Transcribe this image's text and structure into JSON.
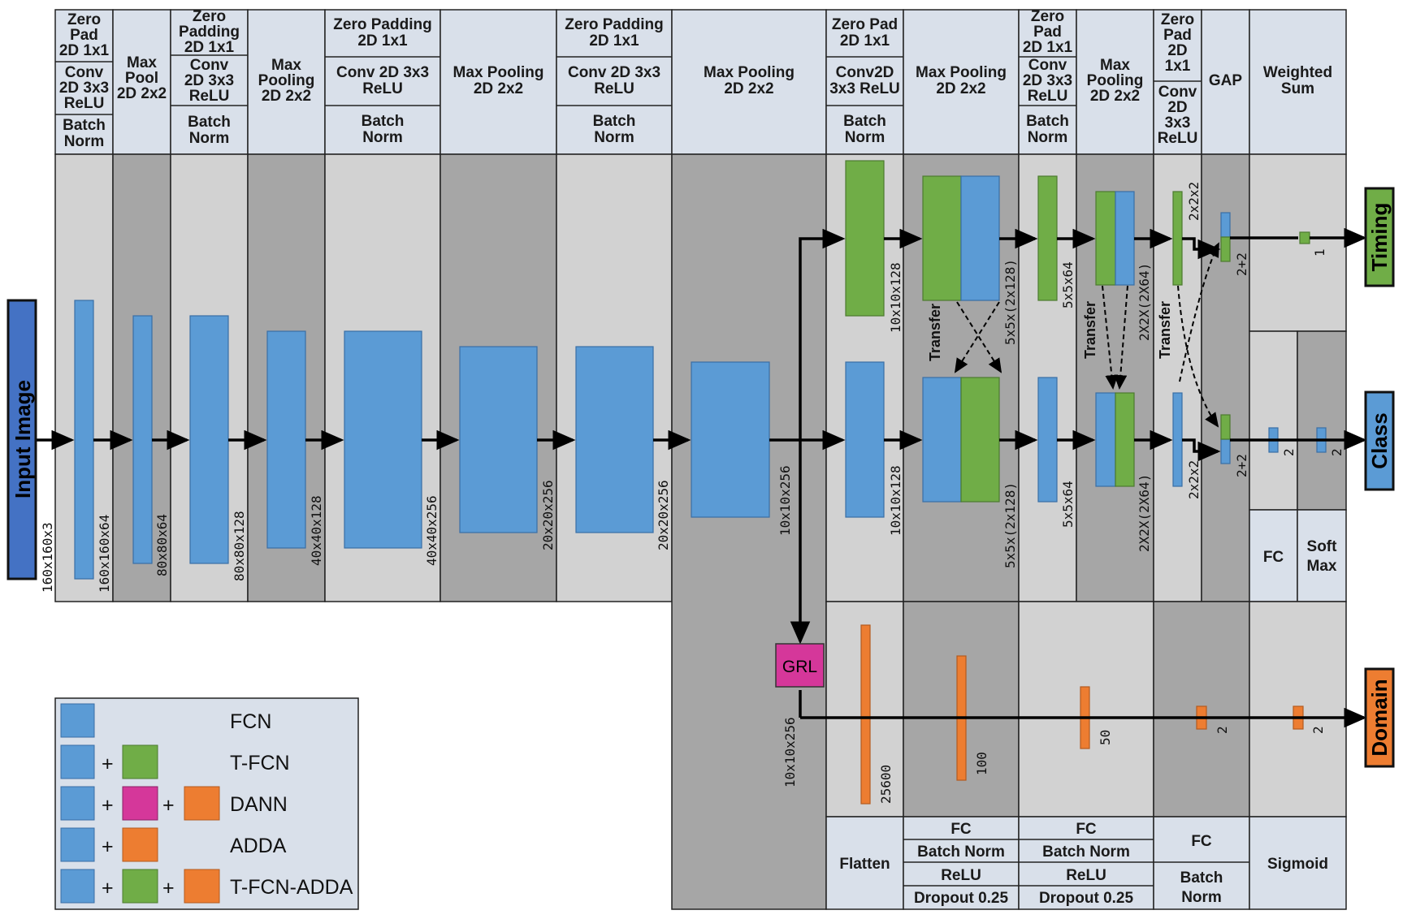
{
  "colors": {
    "fcn": "#5b9bd5",
    "tfcn": "#70ad47",
    "grl": "#d5379a",
    "domain": "#ed7d31",
    "input": "#4472c4",
    "header_bg": "#d9e0ea",
    "panel_light": "#d2d2d2",
    "panel_dark": "#a6a6a6"
  },
  "input": {
    "label": "Input Image",
    "dim": "160x160x3"
  },
  "headers": {
    "b1a": [
      "Zero",
      "Pad",
      "2D 1x1"
    ],
    "b1b": [
      "Conv",
      "2D 3x3",
      "ReLU"
    ],
    "b1c": [
      "Batch",
      "Norm"
    ],
    "b2": [
      "Max",
      "Pool",
      "2D 2x2"
    ],
    "b3a": [
      "Zero",
      "Padding",
      "2D 1x1"
    ],
    "b3b": [
      "Conv",
      "2D 3x3",
      "ReLU"
    ],
    "b3c": [
      "Batch",
      "Norm"
    ],
    "b4": [
      "Max",
      "Pooling",
      "2D 2x2"
    ],
    "b5a": [
      "Zero Padding",
      "2D 1x1"
    ],
    "b5b": [
      "Conv 2D 3x3",
      "ReLU"
    ],
    "b5c": [
      "Batch",
      "Norm"
    ],
    "b6": [
      "Max Pooling",
      "2D 2x2"
    ],
    "b7a": [
      "Zero Padding",
      "2D 1x1"
    ],
    "b7b": [
      "Conv 2D 3x3",
      "ReLU"
    ],
    "b7c": [
      "Batch",
      "Norm"
    ],
    "b8": [
      "Max Pooling",
      "2D 2x2"
    ],
    "b9a": [
      "Zero Pad",
      "2D 1x1"
    ],
    "b9b": [
      "Conv2D",
      "3x3 ReLU"
    ],
    "b9c": [
      "Batch",
      "Norm"
    ],
    "b10": [
      "Max Pooling",
      "2D 2x2"
    ],
    "b11a": [
      "Zero",
      "Pad",
      "2D 1x1"
    ],
    "b11b": [
      "Conv",
      "2D 3x3",
      "ReLU"
    ],
    "b11c": [
      "Batch",
      "Norm"
    ],
    "b12": [
      "Max",
      "Pooling",
      "2D 2x2"
    ],
    "b13a": [
      "Zero",
      "Pad",
      "2D",
      "1x1"
    ],
    "b13b": [
      "Conv",
      "2D",
      "3x3",
      "ReLU"
    ],
    "b14": [
      "GAP"
    ],
    "b15": [
      "Weighted",
      "Sum"
    ]
  },
  "dims": {
    "d1": "160x160x64",
    "d2": "80x80x64",
    "d3": "80x80x128",
    "d4": "40x40x128",
    "d5": "40x40x256",
    "d6": "20x20x256",
    "d7": "20x20x256",
    "d8": "10x10x256",
    "d9t": "10x10x128",
    "d9c": "10x10x128",
    "d10t": "5x5x(2x128)",
    "d10c": "5x5x(2x128)",
    "d11t": "5x5x64",
    "d11c": "5x5x64",
    "d12t": "2X2X(2X64)",
    "d12c": "2X2X(2X64)",
    "d13t": "2x2x2",
    "d13c": "2x2x2",
    "d14t": "2+2",
    "d14c": "2+2",
    "d15t": "1",
    "d15c": "2",
    "d16c": "2",
    "grl_dim": "10x10x256",
    "dom1": "25600",
    "dom2": "100",
    "dom3": "50",
    "dom4": "2",
    "dom5": "2"
  },
  "transfer": "Transfer",
  "grl": "GRL",
  "outputs": {
    "timing": "Timing",
    "class": "Class",
    "domain": "Domain"
  },
  "class_head": {
    "fc": "FC",
    "softmax": [
      "Soft",
      "Max"
    ]
  },
  "domain_head": {
    "flatten": "Flatten",
    "fc_a": [
      "FC",
      "Batch Norm",
      "ReLU",
      "Dropout 0.25"
    ],
    "fc_b": [
      "FC",
      "Batch Norm",
      "ReLU",
      "Dropout 0.25"
    ],
    "fc_c": [
      "FC",
      "Batch",
      "Norm"
    ],
    "sigmoid": "Sigmoid"
  },
  "legend": {
    "plus": "+",
    "items": [
      "FCN",
      "T-FCN",
      "DANN",
      "ADDA",
      "T-FCN-ADDA"
    ]
  }
}
